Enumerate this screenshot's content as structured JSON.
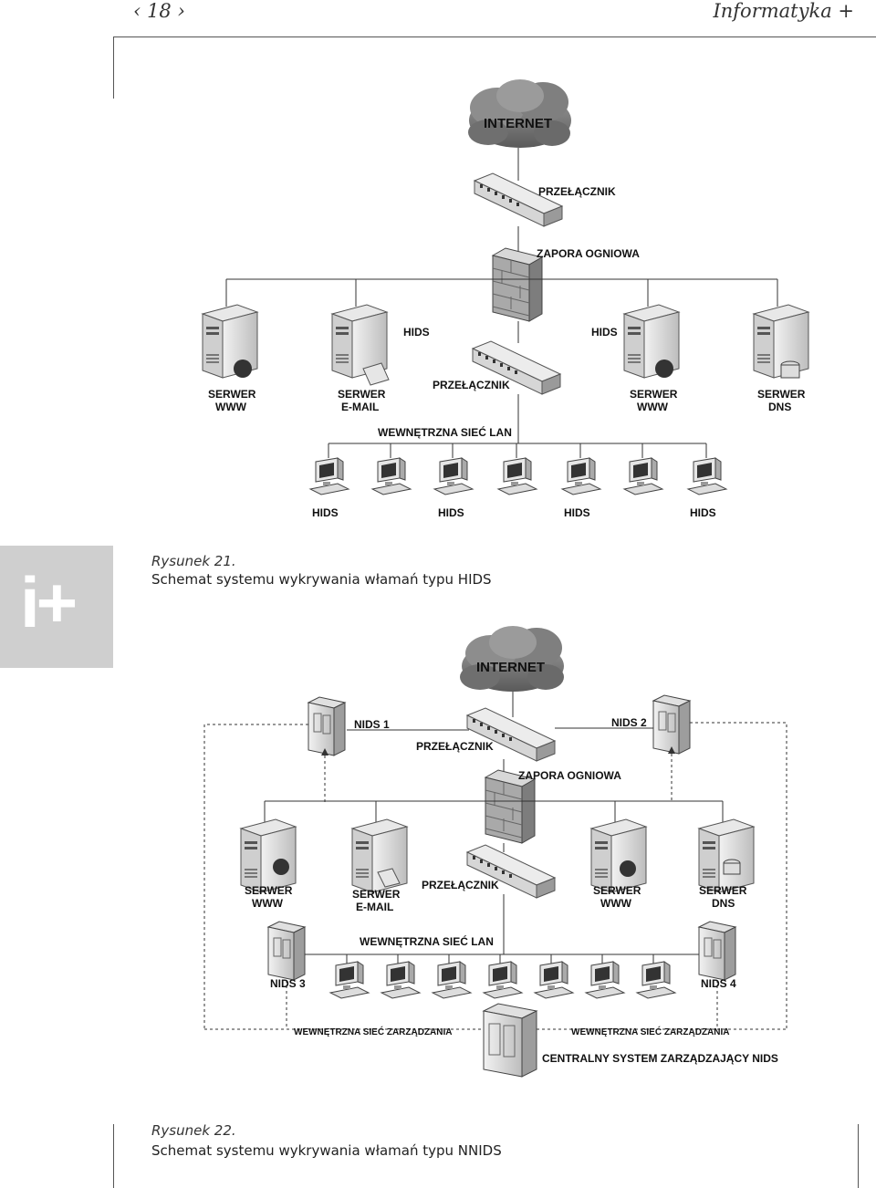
{
  "header": {
    "page_number": "‹ 18 ›",
    "section_title": "Informatyka +"
  },
  "sidebar": {
    "logo_text": "i+"
  },
  "figure21": {
    "caption_label": "Rysunek 21.",
    "caption_text": "Schemat systemu wykrywania włamań typu HIDS",
    "labels": {
      "internet": "INTERNET",
      "switch_top": "PRZEŁĄCZNIK",
      "firewall": "ZAPORA OGNIOWA",
      "hids_left": "HIDS",
      "hids_right": "HIDS",
      "switch_mid": "PRZEŁĄCZNIK",
      "srv1_l1": "SERWER",
      "srv1_l2": "WWW",
      "srv2_l1": "SERWER",
      "srv2_l2": "E-MAIL",
      "srv3_l1": "SERWER",
      "srv3_l2": "WWW",
      "srv4_l1": "SERWER",
      "srv4_l2": "DNS",
      "lan": "WEWNĘTRZNA SIEĆ LAN",
      "hids_b1": "HIDS",
      "hids_b2": "HIDS",
      "hids_b3": "HIDS",
      "hids_b4": "HIDS"
    }
  },
  "figure22": {
    "caption_label": "Rysunek 22.",
    "caption_text": "Schemat systemu wykrywania włamań typu NNIDS",
    "labels": {
      "internet": "INTERNET",
      "nids1": "NIDS 1",
      "nids2": "NIDS 2",
      "switch_top": "PRZEŁĄCZNIK",
      "firewall": "ZAPORA OGNIOWA",
      "switch_mid": "PRZEŁĄCZNIK",
      "srv1_l1": "SERWER",
      "srv1_l2": "WWW",
      "srv2_l1": "SERWER",
      "srv2_l2": "E-MAIL",
      "srv3_l1": "SERWER",
      "srv3_l2": "WWW",
      "srv4_l1": "SERWER",
      "srv4_l2": "DNS",
      "lan": "WEWNĘTRZNA SIEĆ LAN",
      "nids3": "NIDS 3",
      "nids4": "NIDS 4",
      "mgmt_left": "WEWNĘTRZNA SIEĆ ZARZĄDZANIA",
      "mgmt_right": "WEWNĘTRZNA SIEĆ ZARZĄDZANIA",
      "central": "CENTRALNY SYSTEM ZARZĄDZAJĄCY NIDS"
    }
  }
}
